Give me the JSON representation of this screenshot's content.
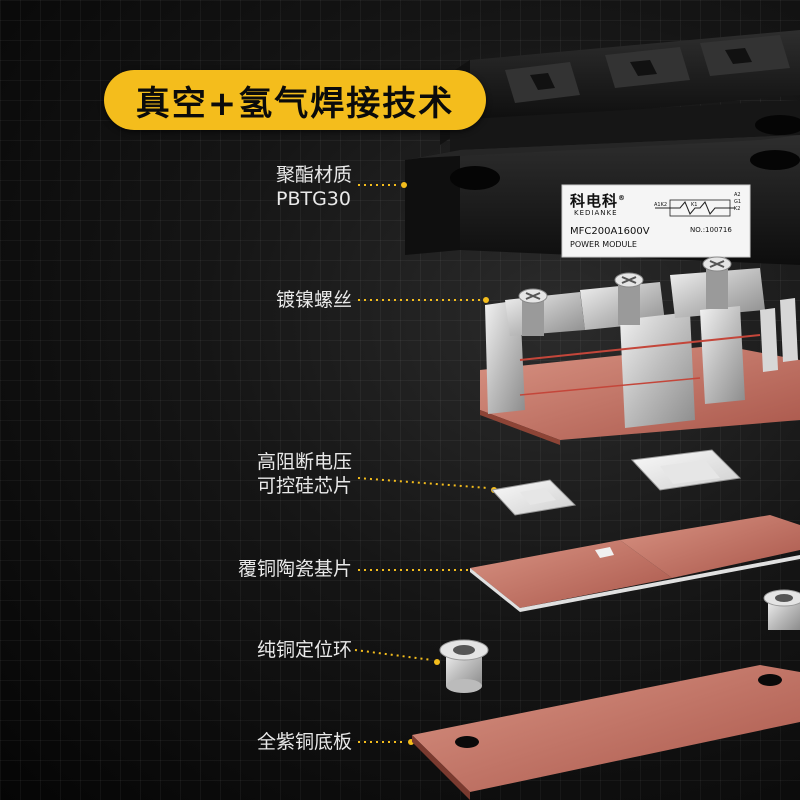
{
  "title": "真空+氢气焊接技术",
  "labels": {
    "housing": [
      "聚酯材质",
      "PBTG30"
    ],
    "screws": [
      "镀镍螺丝"
    ],
    "chips": [
      "高阻断电压",
      "可控硅芯片"
    ],
    "ceramic": [
      "覆铜陶瓷基片"
    ],
    "ring": [
      "纯铜定位环"
    ],
    "baseplate": [
      "全紫铜底板"
    ]
  },
  "module": {
    "brand": "科电科",
    "brand_mark": "®",
    "brand_en": "KEDIANKE",
    "model": "MFC200A1600V",
    "type": "POWER MODULE",
    "serial": "NO.:100716",
    "circuit_pins_left": "A1K2",
    "circuit_pins_mid": "K1",
    "circuit_pins_right": [
      "A2",
      "G1",
      "K2"
    ]
  },
  "colors": {
    "accent": "#f4bd1c",
    "dotted_line": "#f4bd1c",
    "copper": "#c87a6a",
    "housing": "#1c1c1c"
  }
}
